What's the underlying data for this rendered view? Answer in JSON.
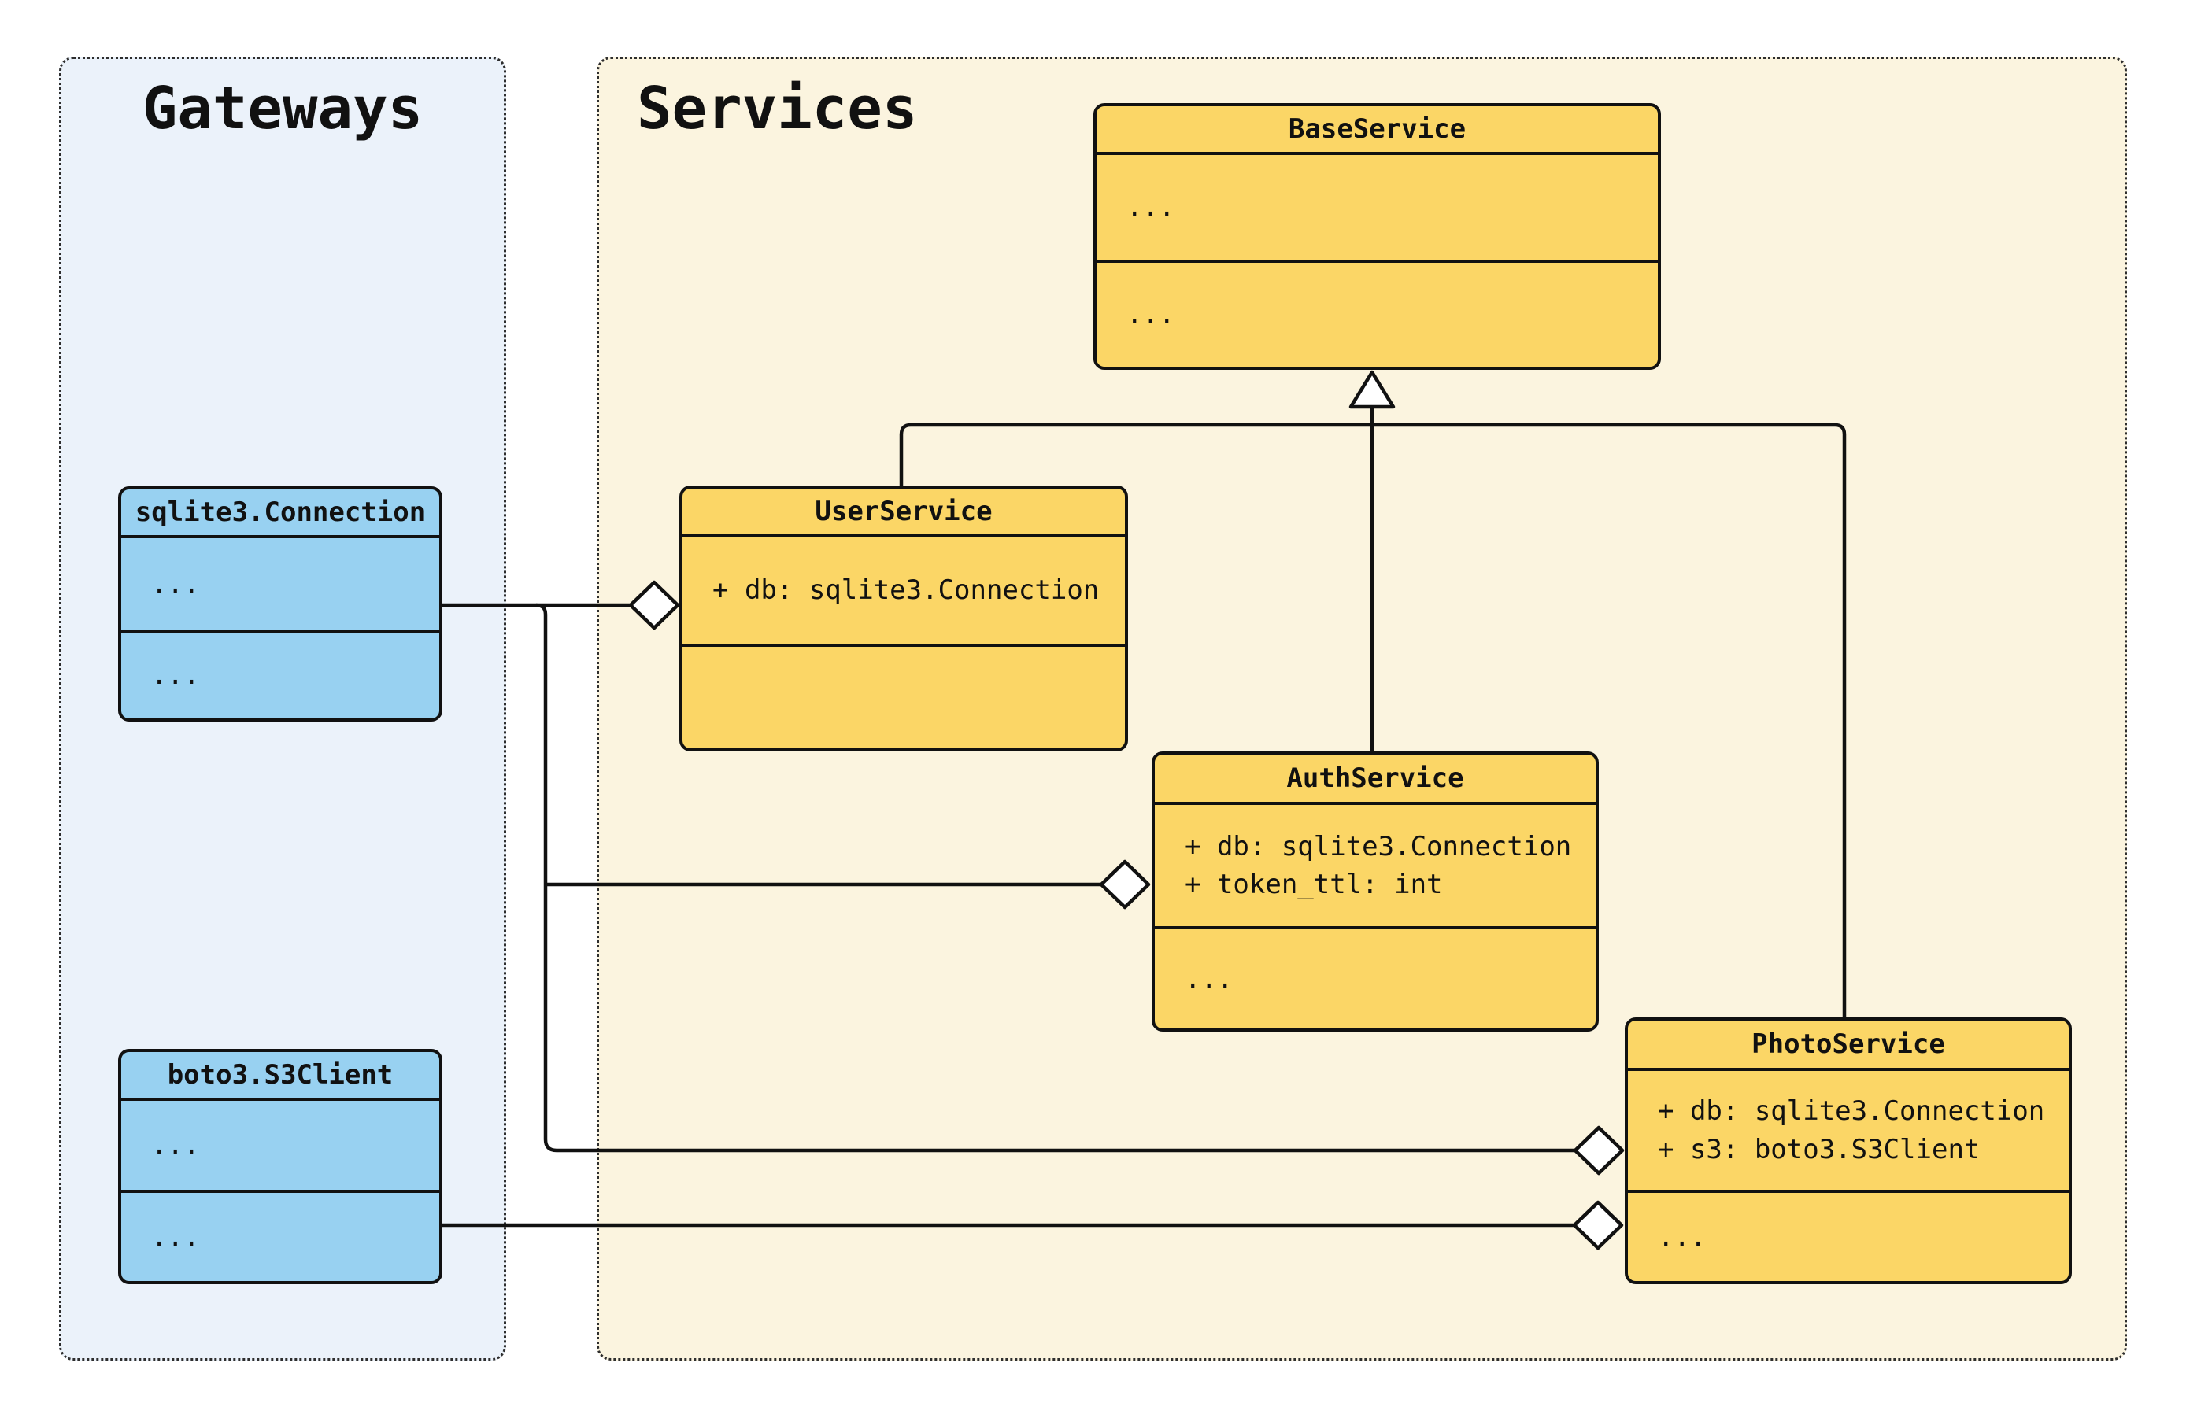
{
  "containers": {
    "gateways": {
      "title": "Gateways"
    },
    "services": {
      "title": "Services"
    }
  },
  "classes": {
    "sqlite": {
      "name": "sqlite3.Connection",
      "attrs": [
        "..."
      ],
      "methods": [
        "..."
      ]
    },
    "boto3": {
      "name": "boto3.S3Client",
      "attrs": [
        "..."
      ],
      "methods": [
        "..."
      ]
    },
    "base": {
      "name": "BaseService",
      "attrs": [
        "..."
      ],
      "methods": [
        "..."
      ]
    },
    "user": {
      "name": "UserService",
      "attrs": [
        "+ db: sqlite3.Connection"
      ],
      "methods": []
    },
    "auth": {
      "name": "AuthService",
      "attrs": [
        "+ db: sqlite3.Connection",
        "+ token_ttl: int"
      ],
      "methods": [
        "..."
      ]
    },
    "photo": {
      "name": "PhotoService",
      "attrs": [
        "+ db: sqlite3.Connection",
        "+ s3: boto3.S3Client"
      ],
      "methods": [
        "..."
      ]
    }
  },
  "relationships": [
    {
      "type": "inheritance",
      "from": "UserService",
      "to": "BaseService"
    },
    {
      "type": "inheritance",
      "from": "AuthService",
      "to": "BaseService"
    },
    {
      "type": "inheritance",
      "from": "PhotoService",
      "to": "BaseService"
    },
    {
      "type": "aggregation",
      "from": "UserService",
      "to": "sqlite3.Connection"
    },
    {
      "type": "aggregation",
      "from": "AuthService",
      "to": "sqlite3.Connection"
    },
    {
      "type": "aggregation",
      "from": "PhotoService",
      "to": "sqlite3.Connection"
    },
    {
      "type": "aggregation",
      "from": "PhotoService",
      "to": "boto3.S3Client"
    }
  ],
  "colors": {
    "service_class_fill": "#FBD666",
    "gateway_class_fill": "#98D1F1",
    "services_group_bg": "#FBF4DF",
    "gateways_group_bg": "#EBF2FA",
    "edge_stroke": "#111111",
    "page_bg": "#ffffff"
  }
}
